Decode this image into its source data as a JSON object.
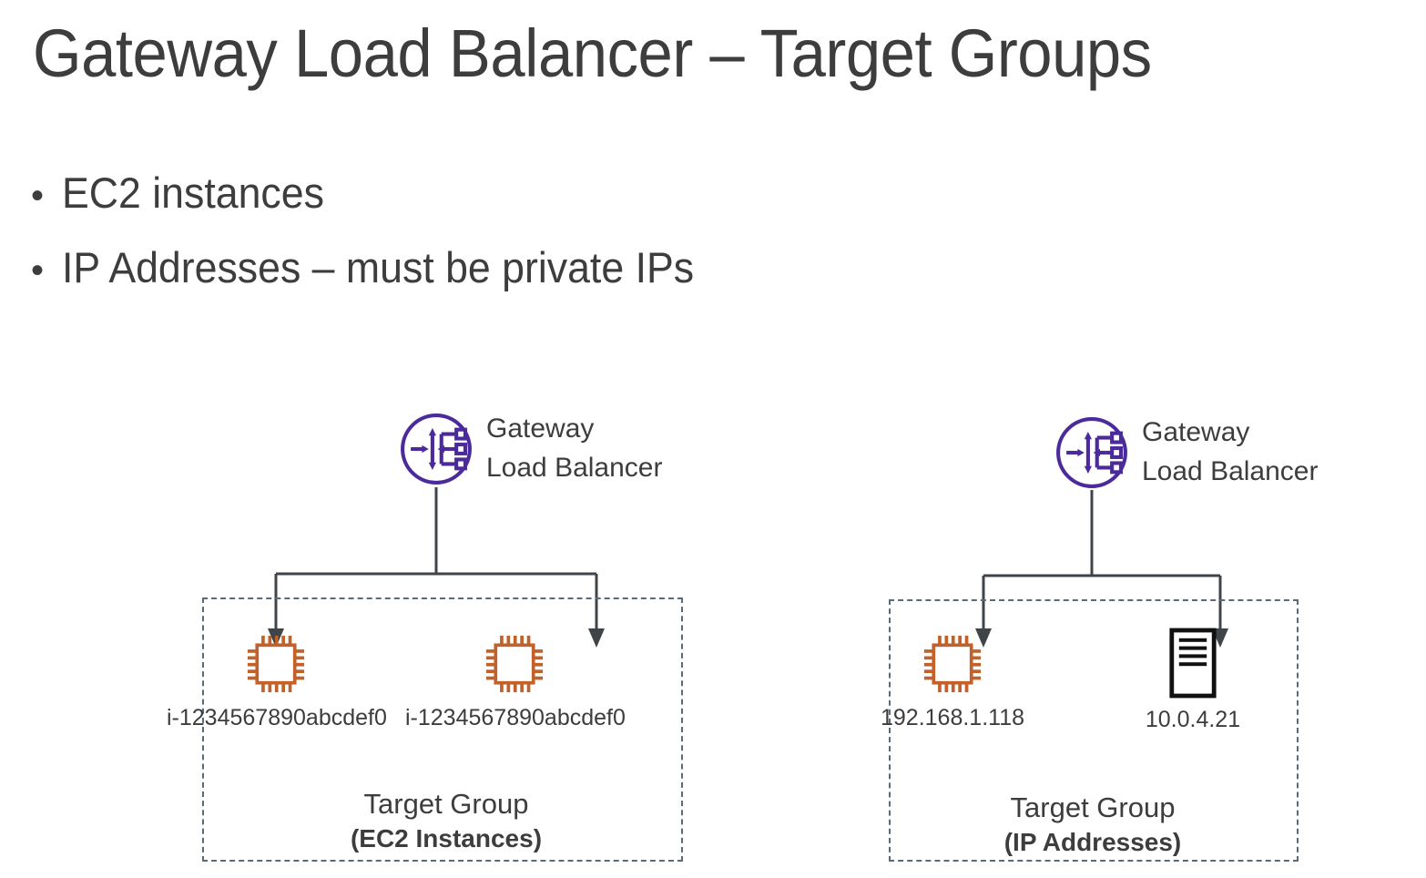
{
  "slide": {
    "title": "Gateway Load Balancer – Target Groups",
    "bullets": [
      {
        "marker": "•",
        "text": "EC2 instances"
      },
      {
        "marker": "•",
        "text": "IP Addresses – must be private IPs"
      }
    ]
  },
  "colors": {
    "text": "#3d3d3d",
    "gwlb_purple": "#4B2A9C",
    "ec2_orange": "#C1622B",
    "server_black": "#111111",
    "dashed_border": "#5b6a78",
    "connector_line": "#3f4448",
    "background": "#ffffff"
  },
  "diagram": {
    "panels": [
      {
        "id": "ec2",
        "gwlb": {
          "icon": "gateway-load-balancer-icon",
          "label_line1": "Gateway",
          "label_line2": "Load Balancer"
        },
        "target_group": {
          "title": "Target Group",
          "subtitle": "(EC2 Instances)"
        },
        "nodes": [
          {
            "icon": "ec2-instance-icon",
            "caption": "i-1234567890abcdef0"
          },
          {
            "icon": "ec2-instance-icon",
            "caption": "i-1234567890abcdef0"
          }
        ]
      },
      {
        "id": "ip",
        "gwlb": {
          "icon": "gateway-load-balancer-icon",
          "label_line1": "Gateway",
          "label_line2": "Load Balancer"
        },
        "target_group": {
          "title": "Target Group",
          "subtitle": "(IP Addresses)"
        },
        "nodes": [
          {
            "icon": "ec2-instance-icon",
            "caption": "192.168.1.118"
          },
          {
            "icon": "server-icon",
            "caption": "10.0.4.21"
          }
        ]
      }
    ]
  }
}
